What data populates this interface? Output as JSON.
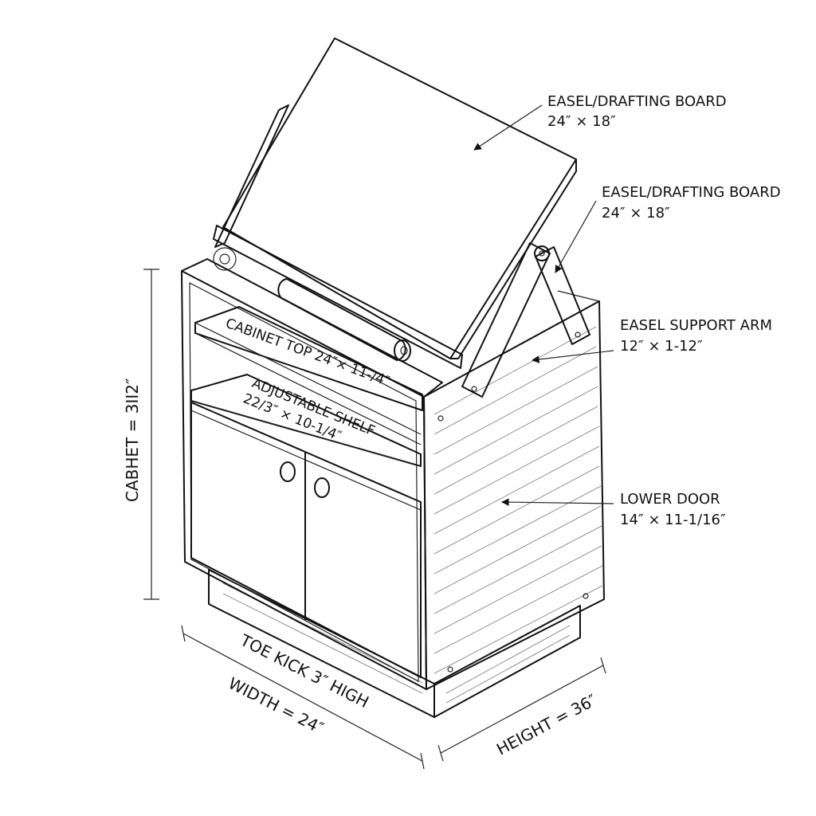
{
  "labels": {
    "board_callout_1": {
      "line1": "EASEL/DRAFTING BOARD",
      "line2": "24″ × 18″"
    },
    "board_callout_2": {
      "line1": "EASEL/DRAFTING BOARD",
      "line2": "24″ × 18″"
    },
    "support_arm": {
      "line1": "EASEL SUPPORT ARM",
      "line2": "12″ × 1-12″"
    },
    "lower_door": {
      "line1": "LOWER DOOR",
      "line2": "14″ × 11-1/16″"
    },
    "cabinet_top": "CABINET TOP 24″× 11-/4″",
    "shelf": {
      "line1": "ADJUSTABLE SHELF",
      "line2": "22/3″ × 10-1/4″"
    }
  },
  "dimensions": {
    "cabinet_height": "CABHET = 3II2″",
    "toe_kick": "TOE KICK 3″ HIGH",
    "width": "WIDTH = 24″",
    "height": "HEIGHT = 36″"
  }
}
